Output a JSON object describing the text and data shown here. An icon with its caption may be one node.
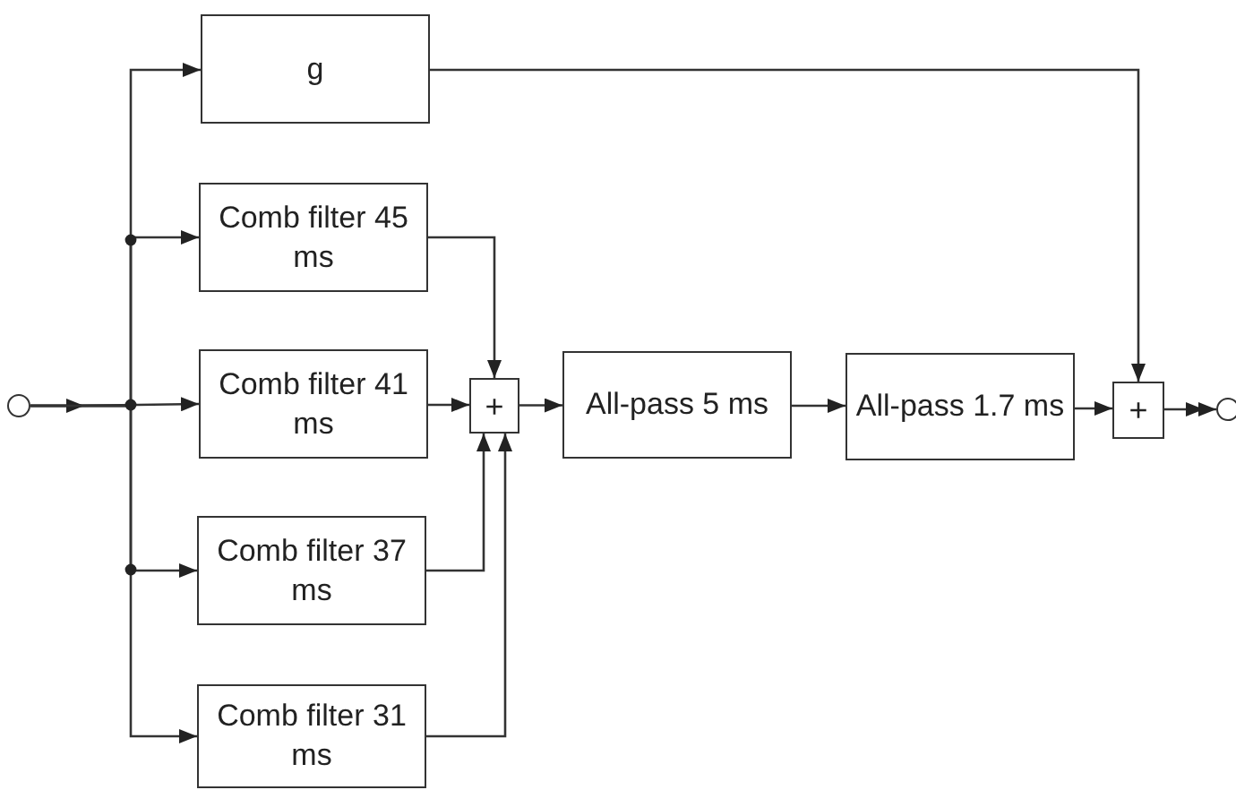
{
  "diagram": {
    "nodes": [
      {
        "text": [],
        "shape": "circle"
      },
      {
        "text": [
          "g"
        ]
      },
      {
        "text": [
          "Comb filter 45 ms"
        ]
      },
      {
        "text": [
          "Comb filter 41 ms"
        ]
      },
      {
        "text": [
          "Comb filter 37 ms"
        ]
      },
      {
        "text": [
          "Comb filter 31 ms"
        ]
      },
      {
        "text": [
          "+"
        ]
      },
      {
        "text": [
          "All-pass 5 ms"
        ]
      },
      {
        "text": [
          "All-pass 1.7 ms"
        ]
      },
      {
        "text": [
          "+"
        ]
      },
      {
        "text": [],
        "shape": "circle"
      }
    ],
    "edges": [
      {
        "from": 0,
        "to": 1,
        "arrow": "to"
      },
      {
        "from": 0,
        "to": 2,
        "arrow": "to"
      },
      {
        "from": 0,
        "to": 3,
        "arrow": "to"
      },
      {
        "from": 0,
        "to": 4,
        "arrow": "to"
      },
      {
        "from": 0,
        "to": 5,
        "arrow": "to"
      },
      {
        "from": 2,
        "to": 6,
        "arrow": "to"
      },
      {
        "from": 3,
        "to": 6,
        "arrow": "to"
      },
      {
        "from": 4,
        "to": 6,
        "arrow": "to"
      },
      {
        "from": 5,
        "to": 6,
        "arrow": "to"
      },
      {
        "from": 6,
        "to": 7,
        "arrow": "to"
      },
      {
        "from": 7,
        "to": 8,
        "arrow": "to"
      },
      {
        "from": 8,
        "to": 9,
        "arrow": "to"
      },
      {
        "from": 1,
        "to": 9,
        "arrow": "to"
      },
      {
        "from": 9,
        "to": 10,
        "arrow": "to"
      }
    ]
  }
}
